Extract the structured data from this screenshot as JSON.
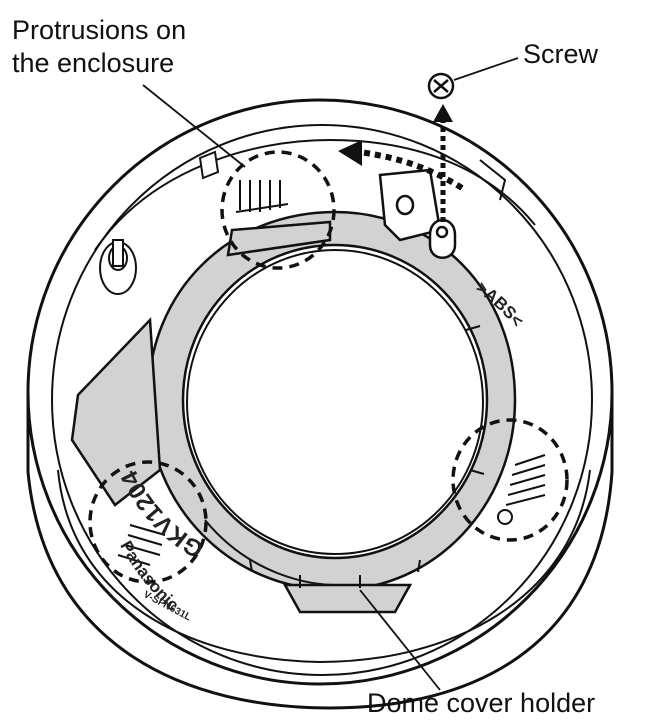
{
  "callouts": {
    "protrusions_line1": "Protrusions on",
    "protrusions_line2": "the enclosure",
    "screw": "Screw",
    "dome_cover_holder": "Dome cover holder"
  },
  "part_markings": {
    "model_code": "GKV1204",
    "material": ">ABS<",
    "brand": "Panasonic",
    "model_number": "V-SFN631L"
  },
  "colors": {
    "line": "#111111",
    "holder_fill": "#d2d2d2",
    "background": "#ffffff"
  }
}
